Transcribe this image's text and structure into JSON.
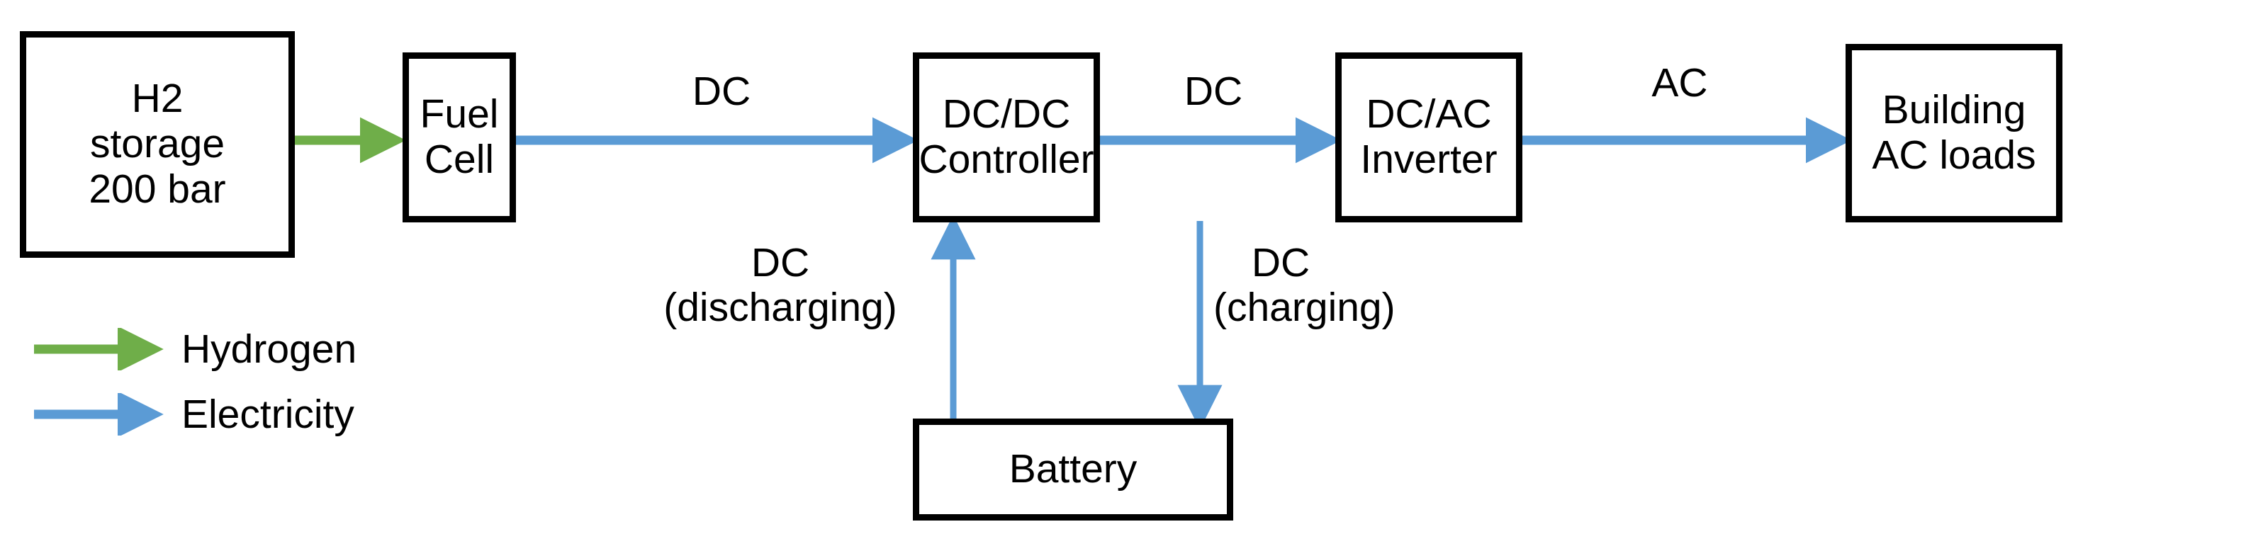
{
  "diagram": {
    "title": "Hydrogen fuel cell and battery power system block diagram",
    "colors": {
      "hydrogen": "#6FAE49",
      "electricity": "#5B9BD5",
      "box_border": "#000000",
      "text": "#000000",
      "background": "#FFFFFF"
    },
    "nodes": [
      {
        "id": "h2-storage",
        "lines": [
          "H2",
          "storage",
          "200 bar"
        ]
      },
      {
        "id": "fuel-cell",
        "lines": [
          "Fuel",
          "Cell"
        ]
      },
      {
        "id": "dcdc-controller",
        "lines": [
          "DC/DC",
          "Controller"
        ]
      },
      {
        "id": "dcac-inverter",
        "lines": [
          "DC/AC",
          "Inverter"
        ]
      },
      {
        "id": "building-loads",
        "lines": [
          "Building",
          "AC loads"
        ]
      },
      {
        "id": "battery",
        "lines": [
          "Battery"
        ]
      }
    ],
    "edge_labels": [
      {
        "id": "h2-to-fuelcell",
        "text": "",
        "flow": "hydrogen"
      },
      {
        "id": "fuelcell-to-dcdc",
        "text": "DC",
        "flow": "electricity"
      },
      {
        "id": "dcdc-to-inverter",
        "text": "DC",
        "flow": "electricity"
      },
      {
        "id": "inverter-to-building",
        "text": "AC",
        "flow": "electricity"
      },
      {
        "id": "battery-to-dcdc-line1",
        "text": "DC",
        "flow": "electricity"
      },
      {
        "id": "battery-to-dcdc-line2",
        "text": "(discharging)",
        "flow": "electricity"
      },
      {
        "id": "dcdc-to-battery-line1",
        "text": "DC",
        "flow": "electricity"
      },
      {
        "id": "dcdc-to-battery-line2",
        "text": "(charging)",
        "flow": "electricity"
      }
    ],
    "legend": {
      "items": [
        {
          "id": "legend-hydrogen",
          "label": "Hydrogen",
          "color": "#6FAE49"
        },
        {
          "id": "legend-electricity",
          "label": "Electricity",
          "color": "#5B9BD5"
        }
      ]
    }
  }
}
